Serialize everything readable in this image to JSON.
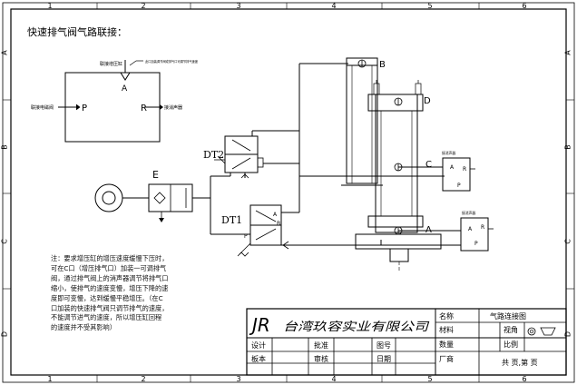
{
  "title": "快速排气阀气路联接：",
  "border": {
    "top_numbers": [
      "1",
      "2",
      "3",
      "4",
      "5",
      "6"
    ],
    "bottom_numbers": [
      "1",
      "2",
      "3",
      "4",
      "5",
      "6"
    ],
    "left_letters": [
      "A",
      "B",
      "C",
      "D"
    ],
    "right_letters": [
      "A",
      "B",
      "C",
      "D"
    ]
  },
  "valve_symbol": {
    "port_a": "A",
    "port_p": "P",
    "port_r": "R",
    "label_a_left": "联接增压缸",
    "label_a_right": "此口加装调节阀或排气口可调节排气速度",
    "label_p": "联接电磁阀",
    "label_r": "接消声器"
  },
  "components": {
    "e": "E",
    "dt1": "DT1",
    "dt2": "DT2",
    "a": "A",
    "b": "B",
    "c": "C",
    "d": "D",
    "sol_a": "A",
    "sol_b": "B",
    "sol_p": "P",
    "qv_label": "接消声器"
  },
  "note": "注：要求增压缸的增压速度缓慢下压时，\n可在C口（增压排气口）加装一可调排气\n阀，通过排气阀上的消声器调节将排气口\n缩小，使排气的速度变慢，增压下降的速\n度即可变慢，达到缓慢平稳增压。（在C\n口加装的快速排气阀只调节排气的速度，\n不能调节进气的速度，所以增压缸回程\n的速度并不受其影响）",
  "title_block": {
    "logo": "JR",
    "company": "台湾玖容实业有限公司",
    "name_label": "名称",
    "name_value": "气路连接图",
    "material_label": "材料",
    "view_label": "视角",
    "drawing_no_label": "图号",
    "qty_label": "数量",
    "scale_label": "比例",
    "design_label": "设计",
    "approve_label": "批准",
    "draw_label": "板本",
    "review_label": "审核",
    "date_label": "日期",
    "factory_label": "厂商",
    "sheet_text": "共  页,第  页"
  }
}
